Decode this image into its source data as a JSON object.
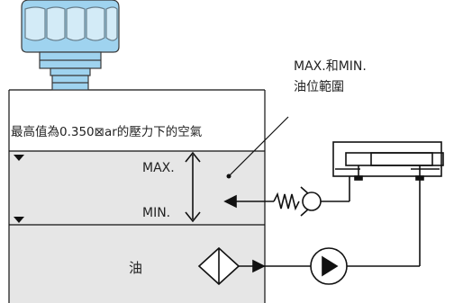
{
  "labels": {
    "range_note_line1": "MAX.和MIN.",
    "range_note_line2": "油位範圍",
    "air_note": "最高值為0.350",
    "air_note_box_char": "⊠",
    "air_note_tail": "ar的壓力下的空氣",
    "max_label": "MAX.",
    "min_label": "MIN.",
    "oil_label": "油"
  },
  "colors": {
    "cap": "#9fd3ef",
    "cap_stroke": "#3a3a3a",
    "tank_top": "#ffffff",
    "tank_mid": "#e6e6e6",
    "tank_bottom": "#e6e6e6",
    "line": "#111111"
  },
  "icons": {
    "filler_cap": "breather-cap-icon",
    "check_valve": "check-valve-icon",
    "filter": "filter-diamond-icon",
    "pump": "pump-icon",
    "cylinder": "hydraulic-cylinder-icon",
    "level_marker": "level-triangle-icon"
  }
}
